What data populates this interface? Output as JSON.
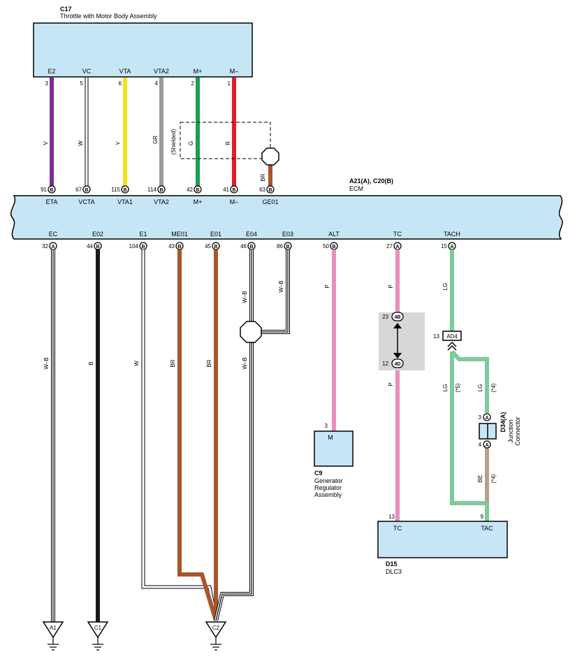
{
  "colors": {
    "box_fill": "#c6e6f5",
    "violet": "#7a2e92",
    "white": "#ffffff",
    "yellow": "#f7e21a",
    "gray": "#9a9a9a",
    "green": "#19a050",
    "red": "#e41e26",
    "brown": "#a9552c",
    "black": "#1a1a1a",
    "pink": "#ec8cbf",
    "lightgreen": "#7ccb98",
    "beige": "#b8a08a"
  },
  "throttle": {
    "code": "C17",
    "name": "Throttle with Motor Body Assembly",
    "terminals": [
      "E2",
      "VC",
      "VTA",
      "VTA2",
      "M+",
      "M–"
    ],
    "pins": [
      "3",
      "5",
      "6",
      "4",
      "2",
      "1"
    ]
  },
  "top_wires": {
    "colors": [
      "V",
      "W",
      "Y",
      "GR",
      "G",
      "R",
      "BR"
    ],
    "shielded": "(Shielded)"
  },
  "ecm": {
    "code": "A21(A), C20(B)",
    "name": "ECM",
    "top_pins": [
      "91",
      "67",
      "115",
      "114",
      "42",
      "41",
      "63"
    ],
    "top_conns": [
      "B",
      "B",
      "B",
      "B",
      "B",
      "B",
      "B"
    ],
    "top_terms": [
      "ETA",
      "VCTA",
      "VTA1",
      "VTA2",
      "M+",
      "M–",
      "GE01"
    ],
    "bottom_terms": [
      "EC",
      "E02",
      "E1",
      "ME01",
      "E01",
      "E04",
      "E03",
      "ALT",
      "TC",
      "TACH"
    ],
    "bottom_pins": [
      "32",
      "44",
      "104",
      "43",
      "45",
      "46",
      "86",
      "50",
      "27",
      "15"
    ],
    "bottom_conns": [
      "A",
      "B",
      "B",
      "B",
      "B",
      "B",
      "B",
      "B",
      "A",
      "A"
    ]
  },
  "bottom_wires": {
    "colors": [
      "W–B",
      "B",
      "W",
      "BR",
      "BR",
      "W–B",
      "W–B",
      "W–B",
      "P",
      "P",
      "P",
      "LG"
    ]
  },
  "grounds": [
    "A1",
    "C1",
    "C2"
  ],
  "generator": {
    "code": "C9",
    "name_lines": [
      "Generator",
      "Regulator",
      "Assembly"
    ],
    "terminal": "M",
    "pin": "3"
  },
  "junction_4": {
    "top_pin": "23",
    "top_conn": "4B",
    "bottom_pin": "12",
    "bottom_conn": "4D"
  },
  "ad4": {
    "pin": "13",
    "label": "AD4"
  },
  "tach_branch": {
    "left_color": "LG",
    "left_note": "(*5)",
    "right_color": "LG",
    "right_note": "(*4)",
    "beige_color": "BE",
    "beige_note": "(*4)"
  },
  "d34": {
    "code": "D34(A)",
    "name_lines": [
      "Junction",
      "Connector"
    ],
    "pin_top": "3",
    "pin_bottom": "4",
    "conn": "A"
  },
  "dlc3": {
    "code": "D15",
    "name": "DLC3",
    "terminals": [
      "TC",
      "TAC"
    ],
    "pins": [
      "13",
      "9"
    ]
  }
}
